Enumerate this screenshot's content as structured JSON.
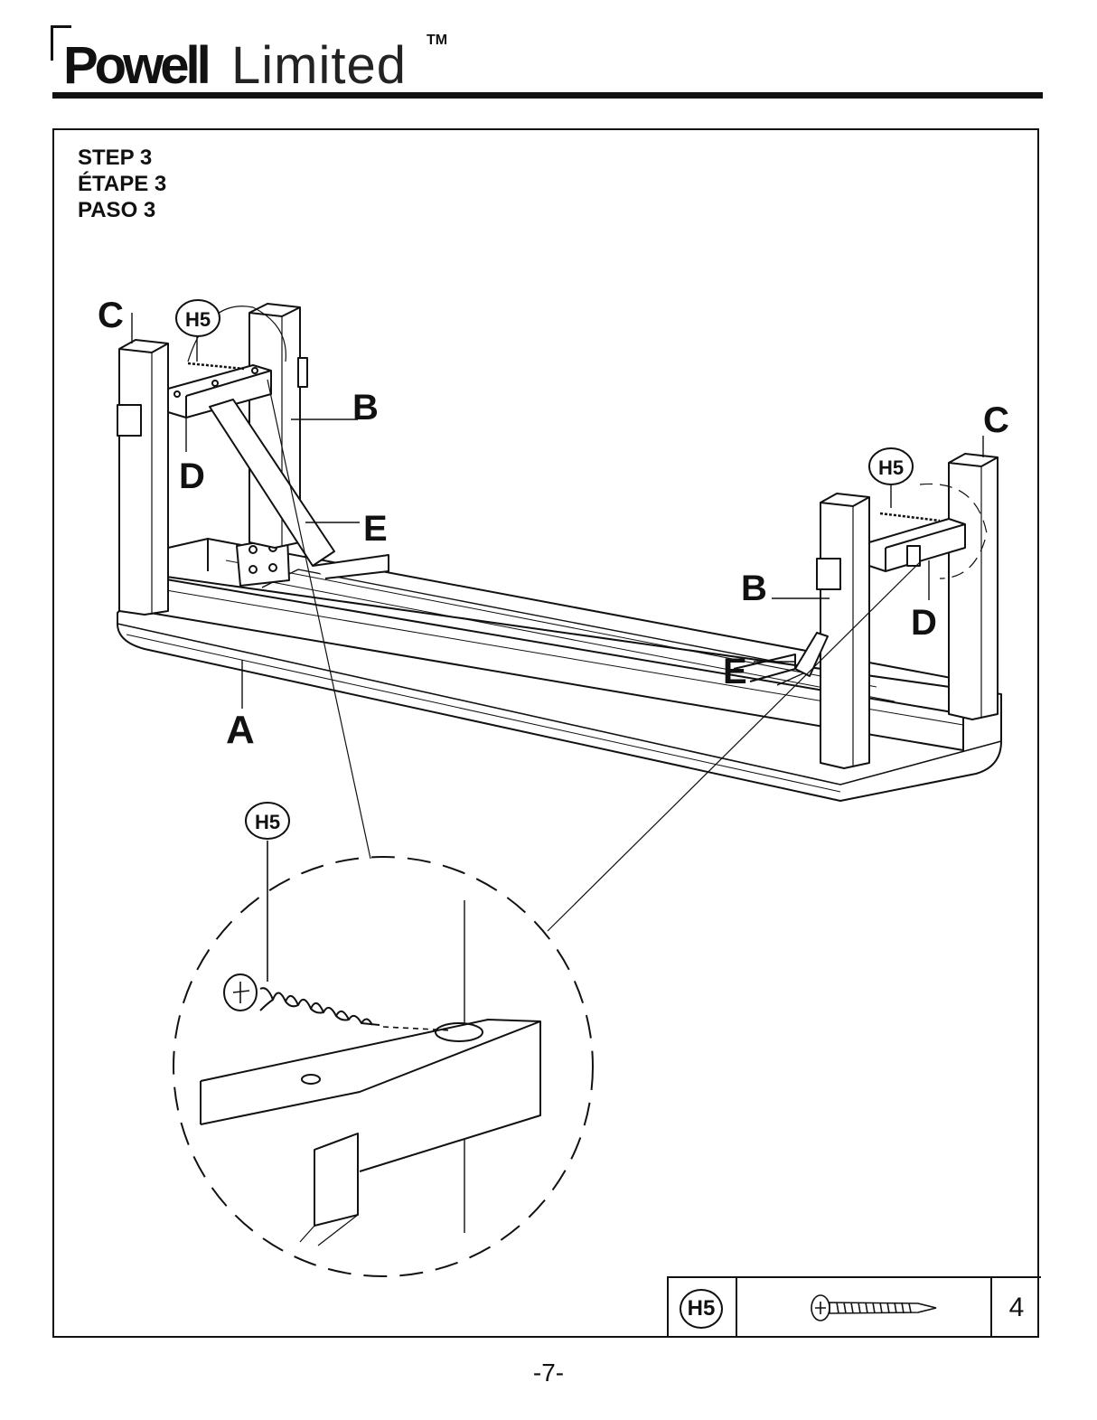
{
  "brand": {
    "bold": "Powell",
    "light": "Limited",
    "tm": "TM"
  },
  "step": {
    "en": "STEP 3",
    "fr": "ÉTAPE 3",
    "es": "PASO 3"
  },
  "labels": {
    "a": "A",
    "b_left": "B",
    "b_right": "B",
    "c_left": "C",
    "c_right": "C",
    "d_left": "D",
    "d_right": "D",
    "e_left": "E",
    "e_right": "E",
    "h5_left": "H5",
    "h5_right": "H5",
    "h5_detail": "H5"
  },
  "hardware": {
    "code": "H5",
    "icon": "screw-icon",
    "quantity": "4"
  },
  "page_number": "-7-"
}
